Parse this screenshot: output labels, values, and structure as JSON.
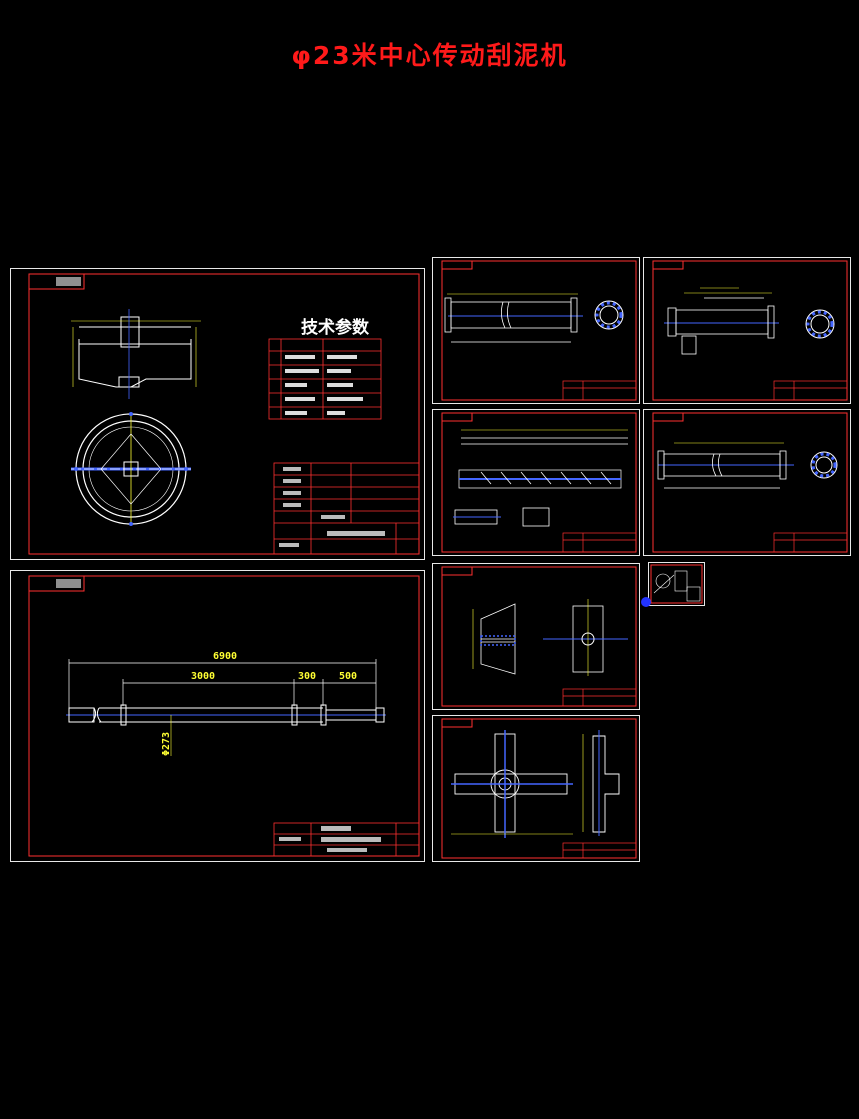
{
  "title": "φ23米中心传动刮泥机",
  "colors": {
    "background": "#000000",
    "title": "#ff1a1a",
    "frame": "#e8e8e8",
    "inner_frame": "#ff3030",
    "drawing": "#ffffff",
    "dimension": "#ffff33",
    "centerline": "#4466ff",
    "marker": "#2233ff"
  },
  "assembly_sheet": {
    "tech_params_title": "技术参数"
  },
  "shaft_sheet": {
    "dimensions": {
      "overall": "6900",
      "segment_a": "3000",
      "segment_b": "300",
      "segment_c": "500",
      "diameter": "Φ273"
    }
  },
  "marker_icon": "blue-dot-icon"
}
